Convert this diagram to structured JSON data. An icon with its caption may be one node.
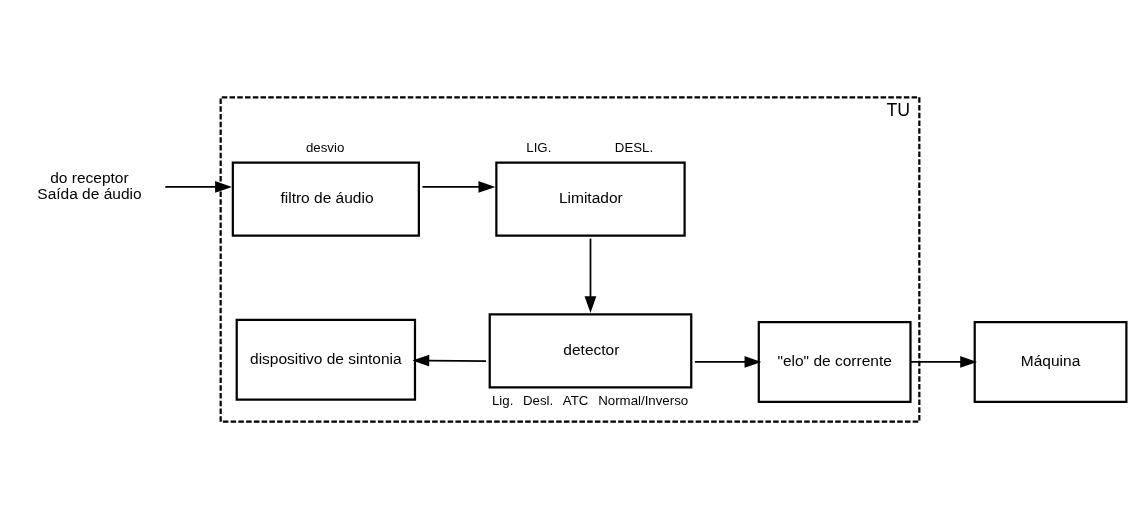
{
  "diagram": {
    "nodes": [
      {
        "text": [
          "TU"
        ]
      },
      {
        "text": [
          "do receptor",
          "Saída de áudio"
        ]
      },
      {
        "text": [
          "filtro de áudio"
        ],
        "in": 0,
        "beside": [
          "desvio"
        ]
      },
      {
        "text": [
          "Limitador"
        ],
        "in": 0,
        "beside": [
          "LIG.",
          "DESL."
        ]
      },
      {
        "text": [
          "dispositivo de sintonia"
        ],
        "in": 0
      },
      {
        "text": [
          "detector"
        ],
        "in": 0,
        "beside": [
          "Lig.",
          "Desl.",
          "ATC",
          "Normal/Inverso"
        ]
      },
      {
        "text": [
          "\"elo\" de corrente"
        ],
        "in": 0
      },
      {
        "text": [
          "Máquina"
        ]
      }
    ],
    "edges": [
      {
        "from": 1,
        "to": 2,
        "arrow": "to"
      },
      {
        "from": 2,
        "to": 3,
        "arrow": "to"
      },
      {
        "from": 3,
        "to": 5,
        "arrow": "to"
      },
      {
        "from": 5,
        "to": 4,
        "arrow": "to"
      },
      {
        "from": 5,
        "to": 6,
        "arrow": "to"
      },
      {
        "from": 6,
        "to": 7,
        "arrow": "to"
      }
    ]
  }
}
